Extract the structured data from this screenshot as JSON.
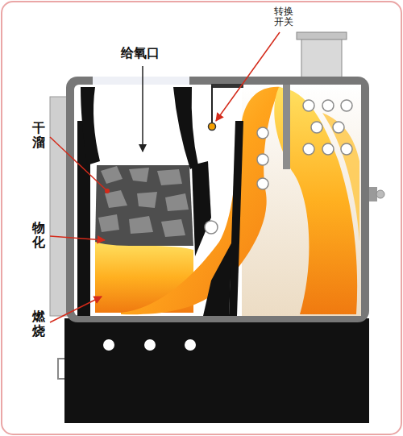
{
  "diagram": {
    "labels": [
      "给氧口",
      "转换开关",
      "干溜",
      "物化",
      "燃烧"
    ]
  }
}
